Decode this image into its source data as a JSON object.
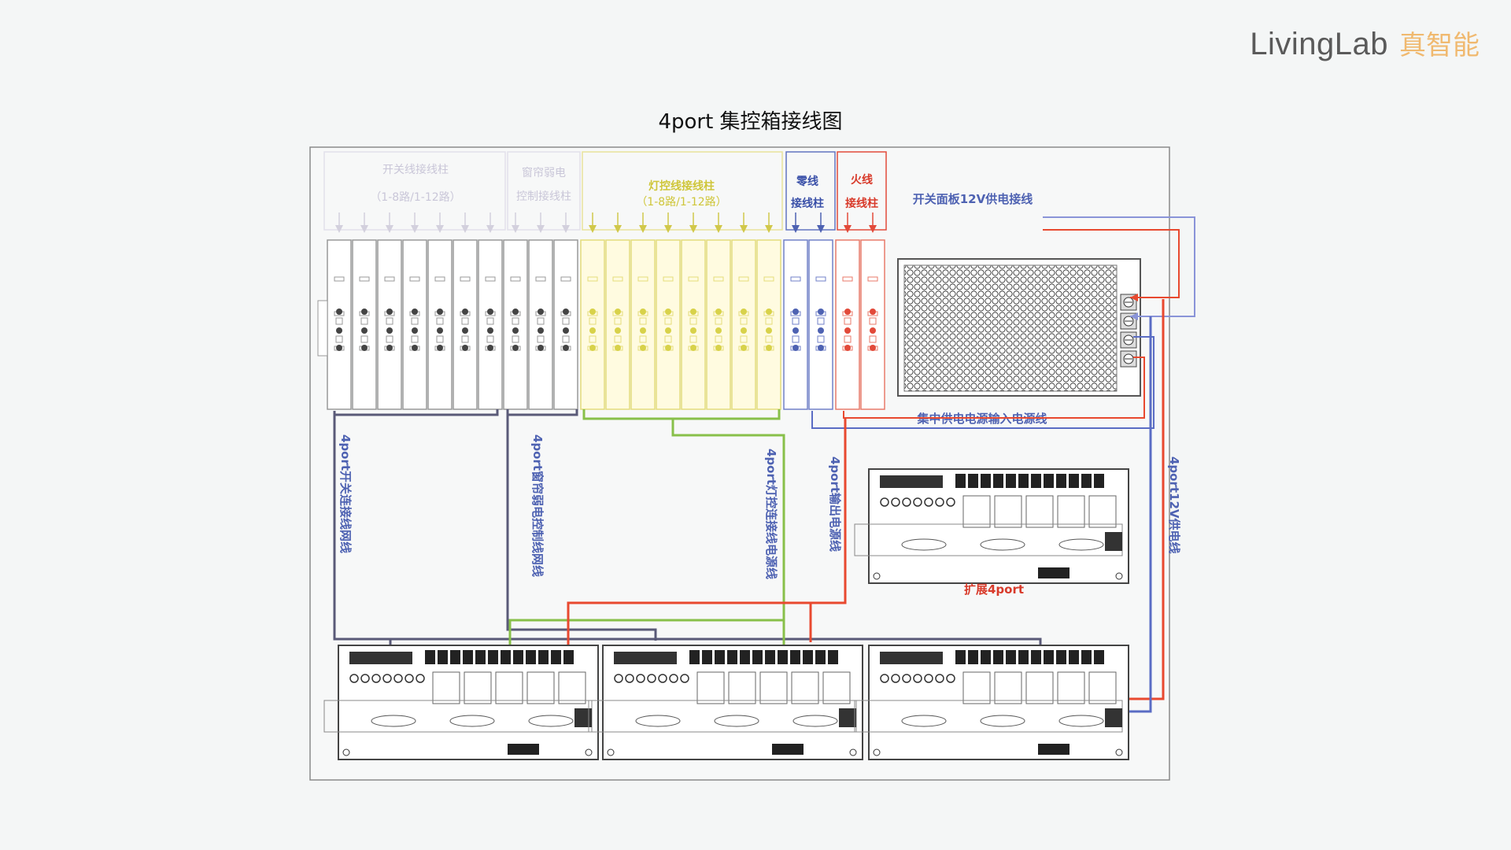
{
  "brand": {
    "name_en": "LivingLab",
    "name_cn": "真智能"
  },
  "title": "4port 集控箱接线图",
  "groups": {
    "switch_terminals": {
      "line1": "开关线接线柱",
      "line2": "（1-8路/1-12路）"
    },
    "curtain_terminals": {
      "line1": "窗帘弱电",
      "line2": "控制接线柱"
    },
    "light_terminals": {
      "line1": "灯控线接线柱",
      "line2": "（1-8路/1-12路）"
    },
    "neutral_terminals": {
      "line1": "零线",
      "line2": "接线柱"
    },
    "live_terminals": {
      "line1": "火线",
      "line2": "接线柱"
    }
  },
  "labels": {
    "panel_power": "开关面板12V供电接线",
    "central_input": "集中供电电源输入电源线",
    "switch_net": "4port开关连接线网线",
    "curtain_net": "4port窗帘弱电控制线网线",
    "light_power": "4port灯控连接线电源线",
    "output_power": "4port输出电源线",
    "supply_12v": "4port12V供电线",
    "expansion": "扩展4port"
  },
  "colors": {
    "switch": "#b9b5cf",
    "curtain": "#b9b5cf",
    "light": "#d8d24a",
    "neutral": "#4e62b2",
    "live": "#e24a3a",
    "network_line": "#5a5a78",
    "green_line": "#88c04a",
    "red_line": "#e8492f",
    "blue_line": "#5a6cc4",
    "brand_accent": "#f0b96f"
  }
}
